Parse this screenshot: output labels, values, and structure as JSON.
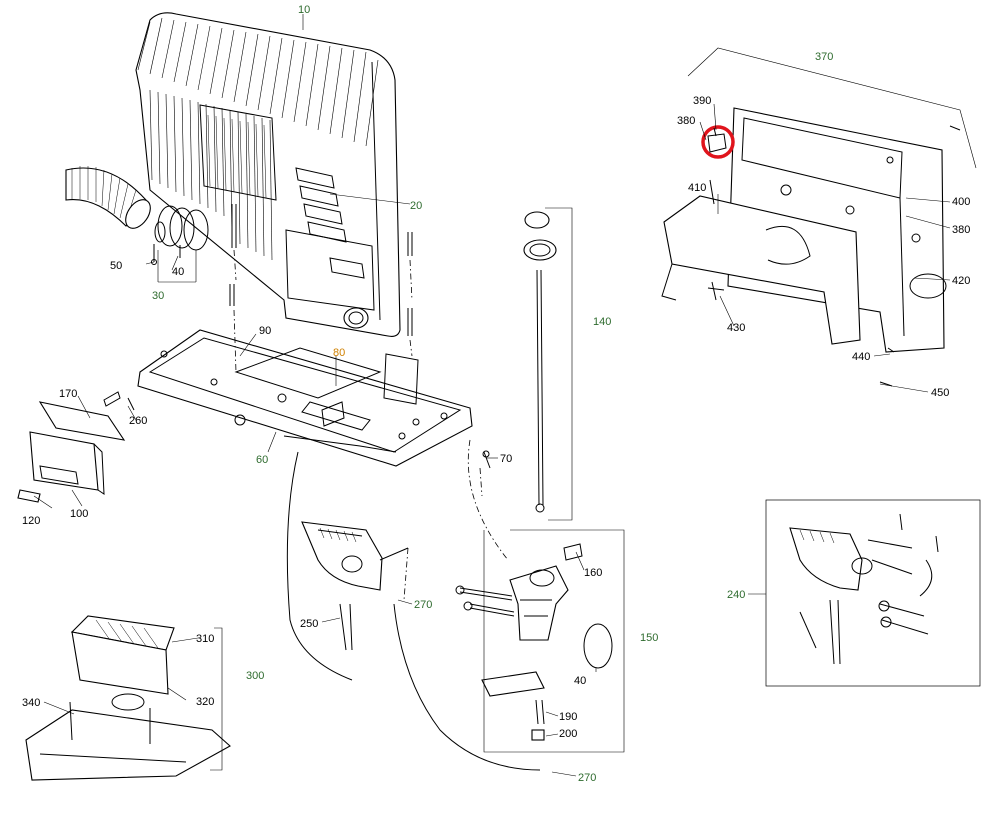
{
  "colors": {
    "black": "#000000",
    "green": "#2e6b2e",
    "orange": "#d08000",
    "marker": "#e0141c"
  },
  "labels": {
    "p10": "10",
    "p20": "20",
    "p30": "30",
    "p40": "40",
    "p50": "50",
    "p60": "60",
    "p70": "70",
    "p80": "80",
    "p90": "90",
    "p100": "100",
    "p120": "120",
    "p140": "140",
    "p150": "150",
    "p160": "160",
    "p170": "170",
    "p190": "190",
    "p200": "200",
    "p240": "240",
    "p250": "250",
    "p260": "260",
    "p270a": "270",
    "p270b": "270",
    "p300": "300",
    "p310": "310",
    "p320": "320",
    "p340": "340",
    "p370": "370",
    "p380a": "380",
    "p380b": "380",
    "p390": "390",
    "p400": "400",
    "p410": "410",
    "p420": "420",
    "p430": "430",
    "p440": "440",
    "p450": "450",
    "p40b": "40"
  },
  "highlight": {
    "part": "390"
  }
}
